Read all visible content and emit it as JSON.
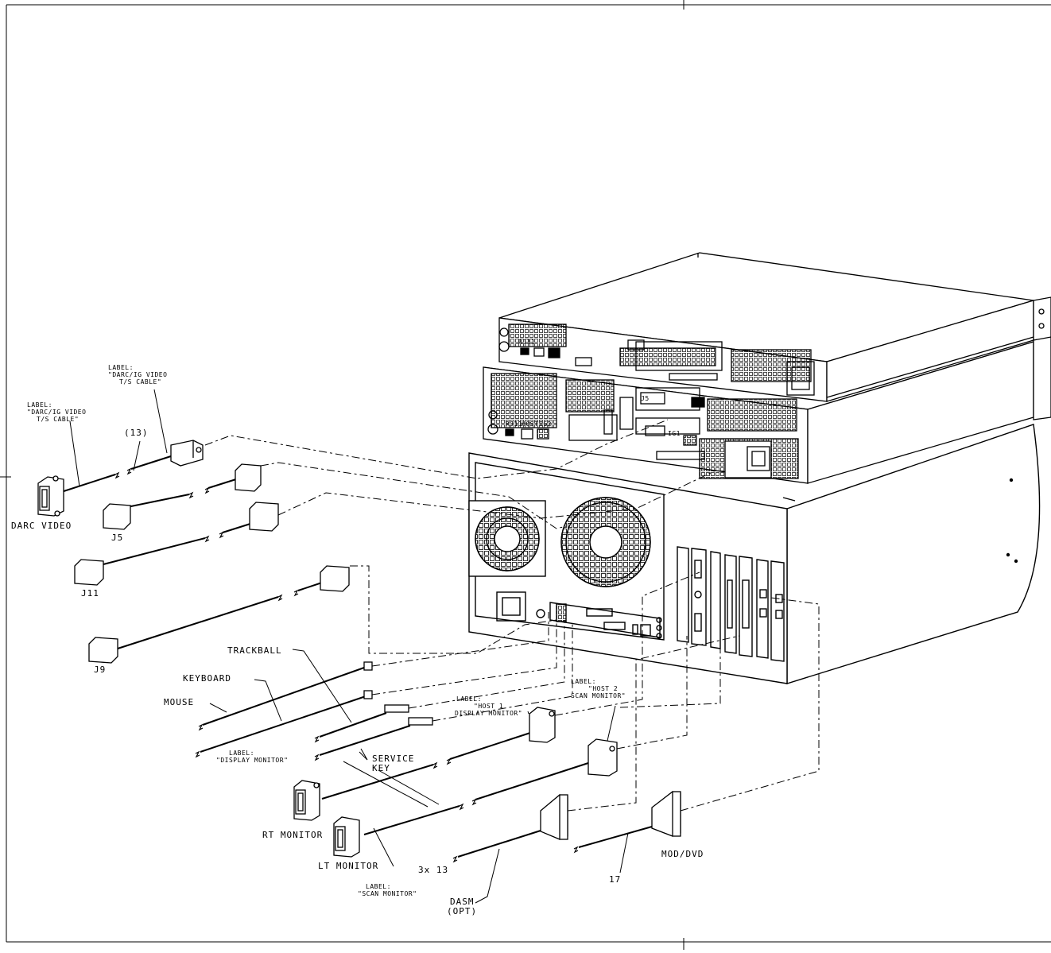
{
  "labels": {
    "darc_video_label_left_1": "LABEL:",
    "darc_video_label_left_2": "\"DARC/IG VIDEO",
    "darc_video_label_left_3": "T/S CABLE\"",
    "darc_video_label_top_1": "LABEL:",
    "darc_video_label_top_2": "\"DARC/IG VIDEO",
    "darc_video_label_top_3": "T/S CABLE\"",
    "ref_13_paren": "(13)",
    "darc_video": "DARC VIDEO",
    "j5": "J5",
    "j11": "J11",
    "j9": "J9",
    "trackball": "TRACKBALL",
    "keyboard": "KEYBOARD",
    "mouse": "MOUSE",
    "service_key_1": "SERVICE",
    "service_key_2": "KEY",
    "host1_label_1": "LABEL:",
    "host1_label_2": "\"HOST 1",
    "host1_label_3": "DISPLAY MONITOR\"",
    "host2_label_1": "LABEL:",
    "host2_label_2": "\"HOST 2",
    "host2_label_3": "SCAN MONITOR\"",
    "display_monitor_label_1": "LABEL:",
    "display_monitor_label_2": "\"DISPLAY MONITOR\"",
    "rt_monitor": "RT MONITOR",
    "lt_monitor": "LT MONITOR",
    "ref_3x13": "3x 13",
    "scan_monitor_label_1": "LABEL:",
    "scan_monitor_label_2": "\"SCAN MONITOR\"",
    "dasm_1": "DASM",
    "dasm_2": "(OPT)",
    "ref_17": "17",
    "mod_dvd": "MOD/DVD",
    "rear_j11": "RJ11",
    "rear_host": "HOST",
    "rear_ig2": "IG2",
    "rear_ig1": "IG1",
    "rear_j5": "J5"
  },
  "colors": {
    "line": "#000000",
    "background": "#ffffff"
  }
}
